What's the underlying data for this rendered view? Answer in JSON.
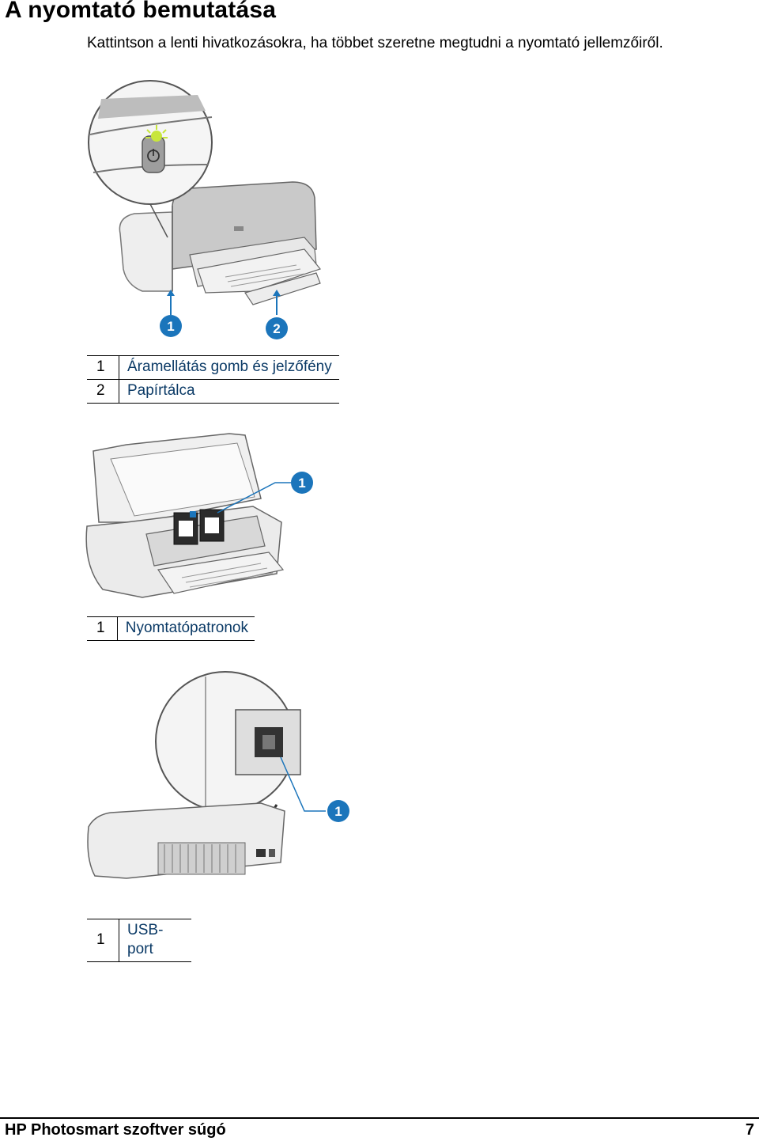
{
  "page": {
    "title": "A nyomtató bemutatása",
    "intro": "Kattintson a lenti hivatkozásokra, ha többet szeretne megtudni a nyomtató jellemzőiről."
  },
  "figures": [
    {
      "callouts": [
        "1",
        "2"
      ],
      "legend": [
        {
          "num": "1",
          "label": "Áramellátás gomb és jelzőfény"
        },
        {
          "num": "2",
          "label": "Papírtálca"
        }
      ]
    },
    {
      "callouts": [
        "1"
      ],
      "legend": [
        {
          "num": "1",
          "label": "Nyomtatópatronok"
        }
      ]
    },
    {
      "callouts": [
        "1"
      ],
      "legend": [
        {
          "num": "1",
          "label": "USB-port"
        }
      ]
    }
  ],
  "colors": {
    "callout": "#1b75bb",
    "legend_text": "#0b3a66",
    "power_light": "#c8e63c"
  },
  "footer": {
    "left": "HP Photosmart szoftver súgó",
    "right": "7"
  }
}
